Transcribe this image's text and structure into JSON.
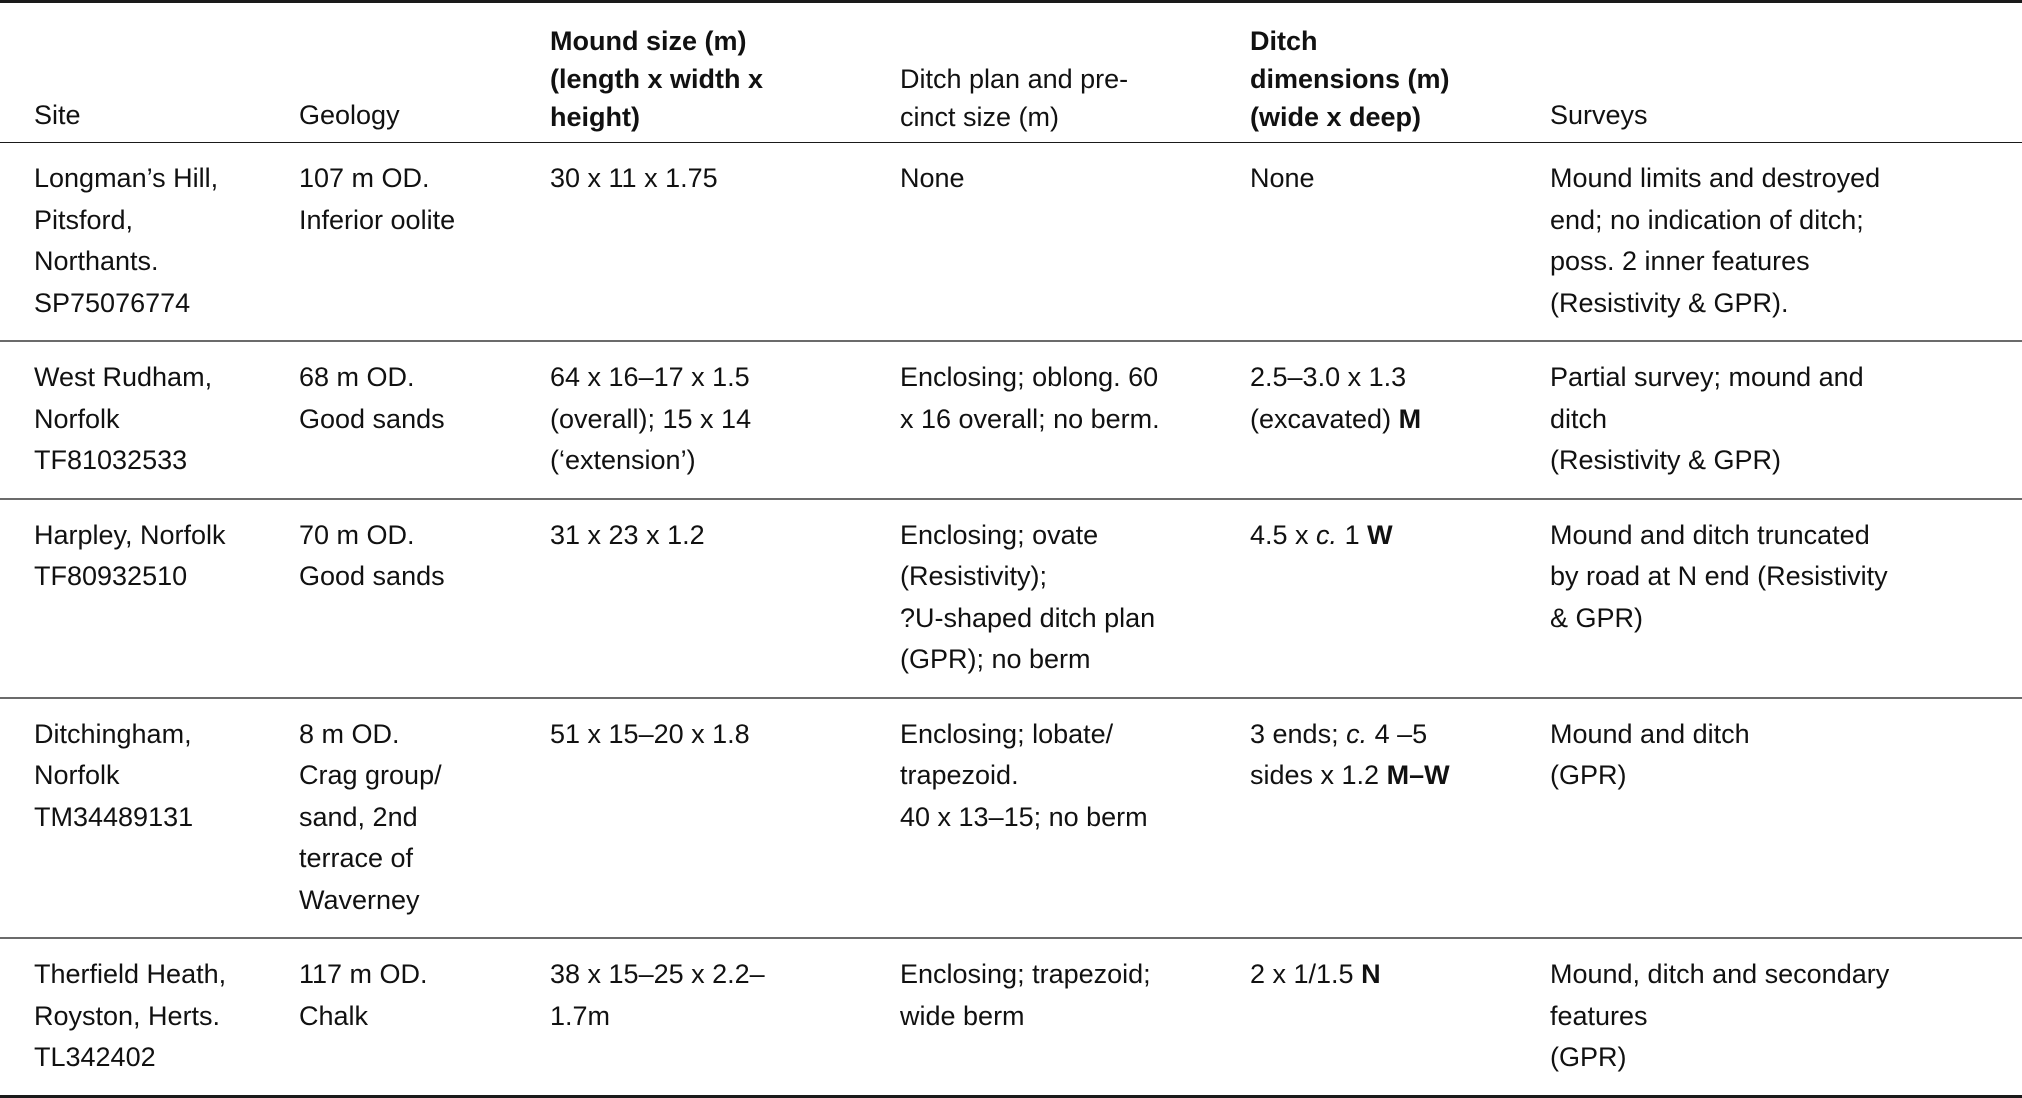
{
  "table": {
    "headers": [
      {
        "lines": [
          "Site"
        ],
        "bold": false
      },
      {
        "lines": [
          "Geology"
        ],
        "bold": false
      },
      {
        "lines": [
          "Mound size (m)",
          "(length x width x",
          "height)"
        ],
        "bold": true
      },
      {
        "lines": [
          "Ditch plan and pre-",
          "cinct size (m)"
        ],
        "bold": false
      },
      {
        "lines": [
          "Ditch",
          "dimensions (m)",
          "(wide x deep)"
        ],
        "bold": true
      },
      {
        "lines": [
          "Surveys"
        ],
        "bold": false
      }
    ],
    "rows": [
      {
        "site": [
          "Longman’s Hill,",
          "Pitsford,",
          "Northants.",
          "SP75076774"
        ],
        "geology": [
          "107 m OD.",
          "Inferior oolite"
        ],
        "mound_size": [
          "30 x 11 x 1.75"
        ],
        "ditch_plan": [
          "None"
        ],
        "ditch_dimensions": {
          "lines": [
            [
              "None"
            ]
          ]
        },
        "surveys": [
          "Mound limits and destroyed",
          "end; no indication of ditch;",
          "poss. 2 inner features",
          "(Resistivity & GPR)."
        ]
      },
      {
        "site": [
          "West Rudham,",
          "Norfolk",
          "TF81032533"
        ],
        "geology": [
          "68 m OD.",
          "Good sands"
        ],
        "mound_size": [
          "64 x 16–17 x 1.5",
          "(overall); 15 x 14",
          "(‘extension’)"
        ],
        "ditch_plan": [
          "Enclosing; oblong. 60",
          "x 16 overall; no berm."
        ],
        "ditch_dimensions": {
          "lines": [
            "2.5–3.0 x 1.3",
            "(excavated) "
          ],
          "code": "M"
        },
        "surveys": [
          "Partial survey; mound and",
          "ditch",
          "(Resistivity & GPR)"
        ]
      },
      {
        "site": [
          "Harpley, Norfolk",
          "TF80932510"
        ],
        "geology": [
          "70 m OD.",
          "Good sands"
        ],
        "mound_size": [
          "31 x 23 x 1.2"
        ],
        "ditch_plan": [
          "Enclosing; ovate",
          "(Resistivity);",
          "?U-shaped ditch plan",
          "(GPR); no berm"
        ],
        "ditch_dimensions": {
          "prefix": "4.5 x ",
          "circa": "c.",
          "suffix": " 1 ",
          "code": "W"
        },
        "surveys": [
          "Mound and ditch truncated",
          "by road at N end (Resistivity",
          "& GPR)"
        ]
      },
      {
        "site": [
          "Ditchingham,",
          "Norfolk",
          "TM34489131"
        ],
        "geology": [
          "8 m OD.",
          "Crag group/",
          "sand, 2nd",
          "terrace of",
          "Waverney"
        ],
        "mound_size": [
          "51 x 15–20 x 1.8"
        ],
        "ditch_plan": [
          "Enclosing; lobate/",
          "trapezoid.",
          "40 x 13–15; no berm"
        ],
        "ditch_dimensions": {
          "prefix": "3 ends; ",
          "circa": "c.",
          "suffix": " 4 –5",
          "line2": "sides x 1.2 ",
          "code": "M–W"
        },
        "surveys": [
          "Mound and ditch",
          "(GPR)"
        ]
      },
      {
        "site": [
          "Therfield Heath,",
          "Royston, Herts.",
          "TL342402"
        ],
        "geology": [
          "117 m OD.",
          "Chalk"
        ],
        "mound_size": [
          "38 x 15–25 x 2.2–",
          "1.7m"
        ],
        "ditch_plan": [
          "Enclosing; trapezoid;",
          "wide berm"
        ],
        "ditch_dimensions": {
          "lines": [
            "2 x 1/1.5 "
          ],
          "code": "N"
        },
        "surveys": [
          "Mound, ditch and secondary",
          "features",
          "(GPR)"
        ]
      }
    ]
  }
}
